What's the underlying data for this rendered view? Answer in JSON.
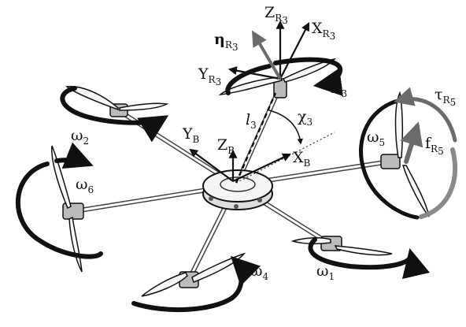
{
  "colors": {
    "ink": "#111111",
    "frame": "#444444",
    "accent_arrow": "#6b6b6b",
    "ring_gray": "#8a8a8a",
    "body_fill": "#f4f4f4"
  },
  "labels": {
    "omega1": {
      "base": "ω",
      "sub": "1"
    },
    "omega2": {
      "base": "ω",
      "sub": "2"
    },
    "omega3": {
      "base": "ω",
      "sub": "3"
    },
    "omega4": {
      "base": "ω",
      "sub": "4"
    },
    "omega5": {
      "base": "ω",
      "sub": "5"
    },
    "omega6": {
      "base": "ω",
      "sub": "6"
    },
    "eta_r3": {
      "base": "η",
      "sub": "R",
      "subsub": "3"
    },
    "z_r3": {
      "base": "Z",
      "sub": "R",
      "subsub": "3"
    },
    "x_r3": {
      "base": "X",
      "sub": "R",
      "subsub": "3"
    },
    "y_r3": {
      "base": "Y",
      "sub": "R",
      "subsub": "3"
    },
    "l3": {
      "base": "l",
      "sub": "3"
    },
    "chi3": {
      "base": "χ",
      "sub": "3"
    },
    "tau_r5": {
      "base": "τ",
      "sub": "R",
      "subsub": "5"
    },
    "f_r5": {
      "base": "f",
      "sub": "R",
      "subsub": "5"
    },
    "z_b": {
      "base": "Z",
      "sub": "B"
    },
    "y_b": {
      "base": "Y",
      "sub": "B"
    },
    "x_b": {
      "base": "X",
      "sub": "B"
    }
  }
}
